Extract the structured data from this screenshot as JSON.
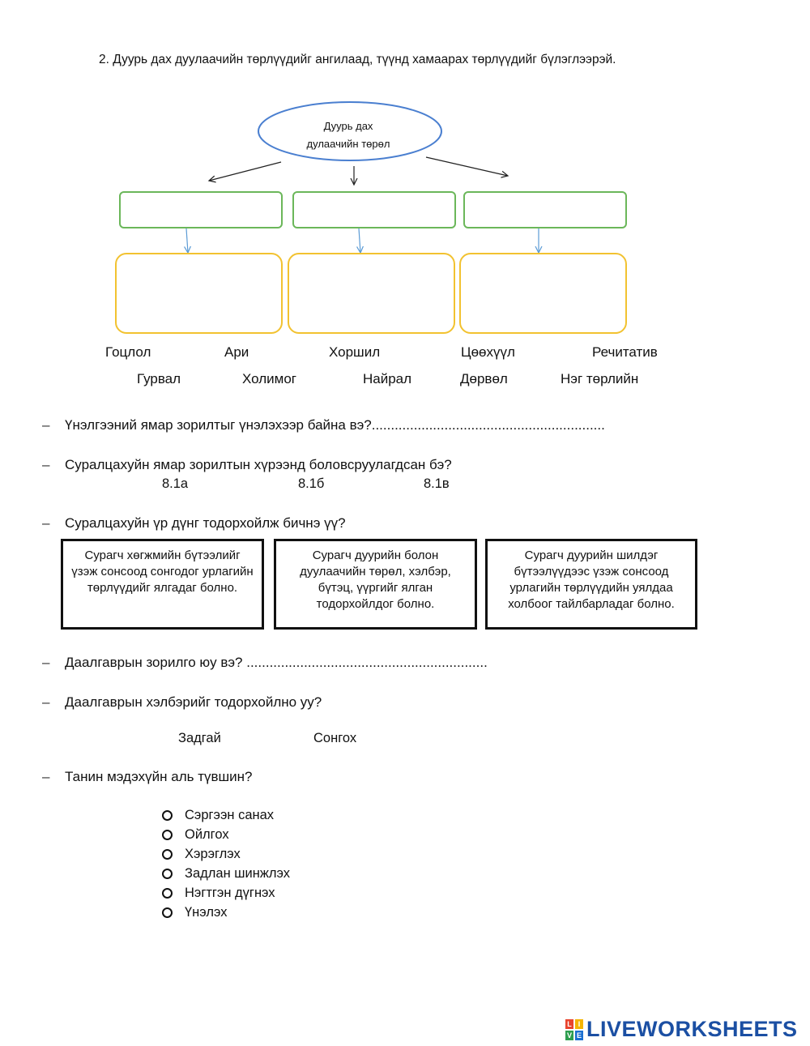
{
  "title": "2. Дуурь дах дуулаачийн төрлүүдийг ангилаад, түүнд хамаарах төрлүүдийг бүлэглээрэй.",
  "diagram": {
    "root_line1": "Дуурь дах",
    "root_line2": "дулаачийн төрөл",
    "colors": {
      "ellipse": "#4a7fd0",
      "green": "#6bb75a",
      "yellow": "#f2c230",
      "arrow_blue": "#5b9bd5"
    }
  },
  "word_bank": {
    "row1": [
      "Гоцлол",
      "Ари",
      "Хоршил",
      "Цөөхүүл",
      "Речитатив"
    ],
    "row2": [
      "Гурвал",
      "Холимог",
      "Найрал",
      "Дөрвөл",
      "Нэг төрлийн"
    ]
  },
  "questions": {
    "q1": "Үнэлгээний ямар зорилтыг үнэлэхээр байна вэ?.............................................................",
    "q2": "Суралцахуйн ямар зорилтын хүрээнд боловсруулагдсан бэ?",
    "codes": [
      "8.1а",
      "8.1б",
      "8.1в"
    ],
    "q3": "Суралцахуйн үр дүнг тодорхойлж бичнэ үү?",
    "outcomes": [
      "Сурагч хөгжмийн бүтээлийг үзэж сонсоод сонгодог урлагийн төрлүүдийг ялгадаг болно.",
      "Сурагч дуурийн болон дуулаачийн төрөл, хэлбэр, бүтэц, үүргийг ялган тодорхойлдог болно.",
      "Сурагч дуурийн шилдэг бүтээлүүдээс үзэж сонсоод урлагийн төрлүүдийн уялдаа холбоог тайлбарладаг болно."
    ],
    "q4": "Даалгаврын зорилго юу вэ? ...............................................................",
    "q5": "Даалгаврын хэлбэрийг тодорхойлно уу?",
    "formats": [
      "Задгай",
      "Сонгох"
    ],
    "q6": "Танин мэдэхүйн аль түвшин?",
    "levels": [
      "Сэргээн санах",
      "Ойлгох",
      "Хэрэглэх",
      "Задлан шинжлэх",
      "Нэгтгэн дүгнэх",
      "Үнэлэх"
    ]
  },
  "footer": {
    "logo_letters": [
      "L",
      "I",
      "V",
      "E"
    ],
    "logo_text": "LIVEWORKSHEETS"
  }
}
